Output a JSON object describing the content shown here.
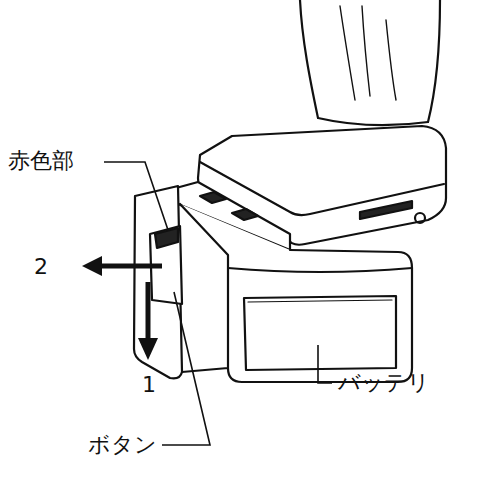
{
  "diagram": {
    "labels": [
      "赤色部",
      "2",
      "1",
      "ボタン",
      "バッテリ"
    ]
  }
}
